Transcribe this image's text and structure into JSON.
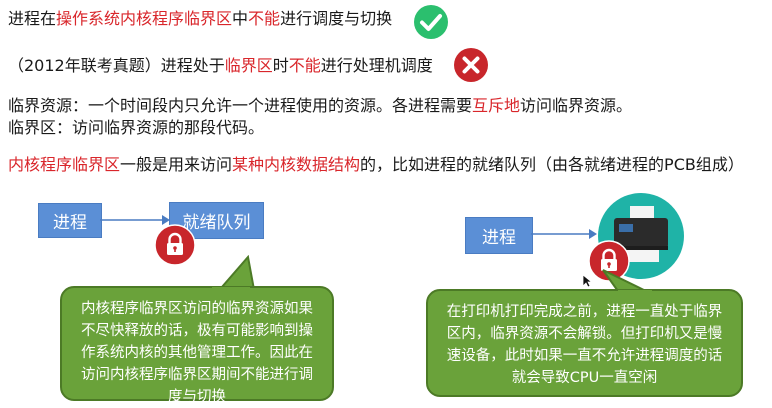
{
  "lines": {
    "l1": {
      "a": "进程在",
      "b": "操作系统内核程序临界区",
      "c": "中",
      "d": "不能",
      "e": "进行调度与切换"
    },
    "l2": {
      "a": "（2012年联考真题）进程处于",
      "b": "临界区",
      "c": "时",
      "d": "不能",
      "e": "进行处理机调度"
    },
    "l3": {
      "a": "临界资源：一个时间段内只允许一个进程使用的资源。各进程需要",
      "b": "互斥地",
      "c": "访问临界资源。"
    },
    "l4": {
      "a": "临界区：访问临界资源的那段代码。"
    },
    "l5": {
      "a": "内核程序临界区",
      "b": "一般是用来访问",
      "c": "某种内核数据结构",
      "d": "的，比如进程的就绪队列（由各就绪进程的PCB组成）"
    }
  },
  "diagram_left": {
    "process_label": "进程",
    "queue_label": "就绪队列",
    "bubble_text": "内核程序临界区访问的临界资源如果不尽快释放的话，极有可能影响到操作系统内核的其他管理工作。因此在访问内核程序临界区期间不能进行调度与切换"
  },
  "diagram_right": {
    "process_label": "进程",
    "bubble_text": "在打印机打印完成之前，进程一直处于临界区内，临界资源不会解锁。但打印机又是慢速设备，此时如果一直不允许进程调度的话就会导致CPU一直空闲"
  },
  "colors": {
    "red": "#d9262b",
    "box": "#5b8fd6",
    "bubble": "#6aa23a",
    "lock": "#c8262b",
    "check": "#2bbf6e",
    "cross": "#c8262b",
    "printer_bg": "#1fb3a7"
  }
}
